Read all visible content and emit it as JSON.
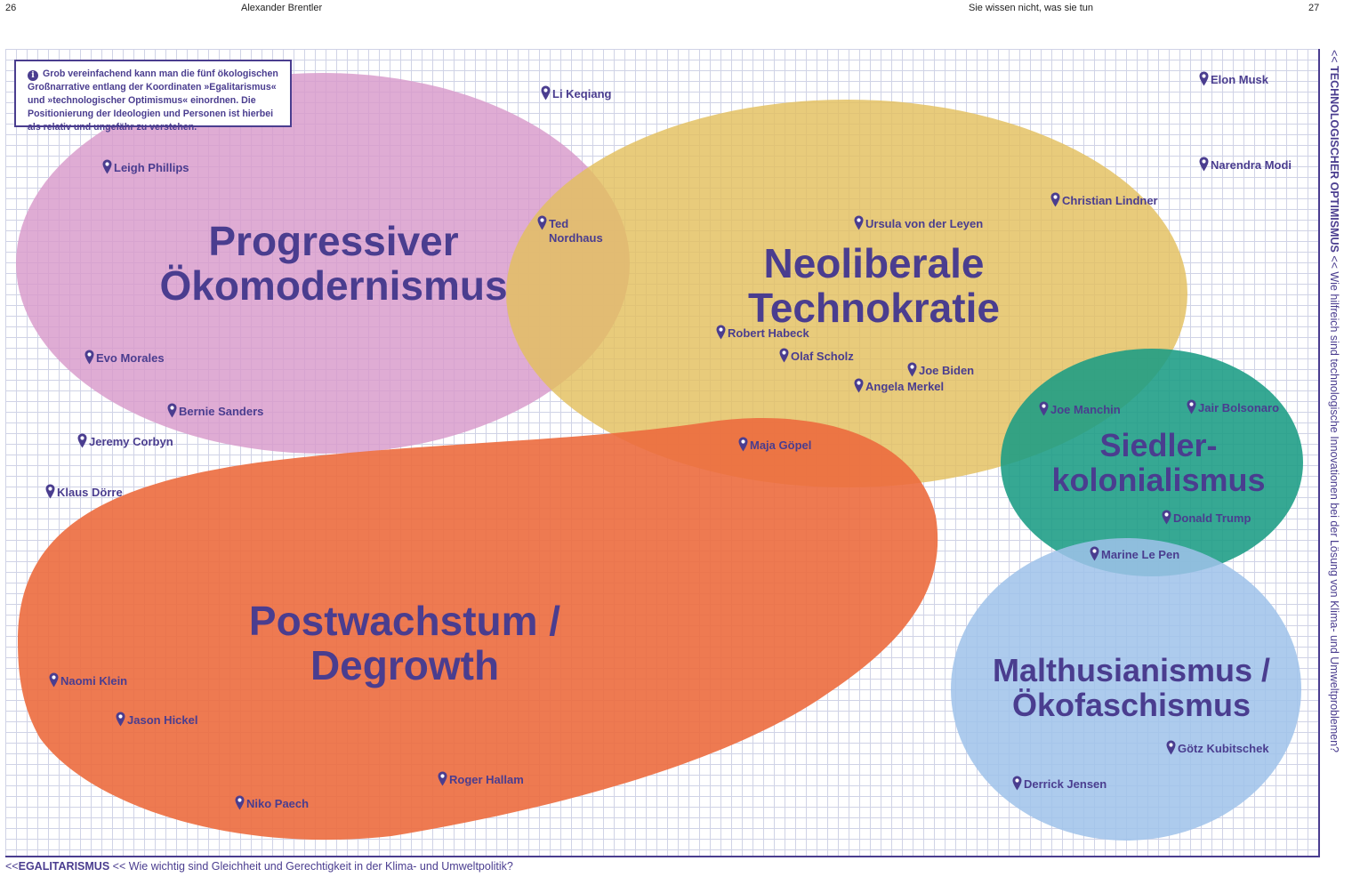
{
  "header": {
    "left_page_number": "26",
    "left_running_head": "Alexander Brentler",
    "right_running_head": "Sie wissen nicht, was sie tun",
    "right_page_number": "27"
  },
  "info_box": {
    "icon": "info-icon",
    "text": "Grob vereinfachend kann man die fünf ökologischen Großnarrative entlang der Koordinaten »Egalitarismus« und »technologischer Optimismus« einordnen. Die Positionierung der Ideologien und Personen ist hierbei als relativ und ungefähr zu verstehen."
  },
  "regions": {
    "progressive": {
      "label": "Progressiver\nÖkomodernismus",
      "color": "#d89acb"
    },
    "neoliberal": {
      "label": "Neoliberale\nTechnokratie",
      "color": "#e3bf5e"
    },
    "degrowth": {
      "label": "Postwachstum /\nDegrowth",
      "color": "#ec6b3e"
    },
    "settler": {
      "label": "Siedler-\nkolonialismus",
      "color": "#1a9c84"
    },
    "malthus": {
      "label": "Malthusianismus /\nÖkofaschismus",
      "color": "#9fc2ea"
    }
  },
  "people": {
    "li_keqiang": "Li Keqiang",
    "elon_musk": "Elon Musk",
    "leigh_phillips": "Leigh Phillips",
    "narendra_modi": "Narendra Modi",
    "christian_lindner": "Christian Lindner",
    "ted_nordhaus": "Ted\nNordhaus",
    "ursula_von_der_leyen": "Ursula von der Leyen",
    "robert_habeck": "Robert Habeck",
    "olaf_scholz": "Olaf Scholz",
    "joe_biden": "Joe Biden",
    "angela_merkel": "Angela Merkel",
    "evo_morales": "Evo Morales",
    "bernie_sanders": "Bernie Sanders",
    "jeremy_corbyn": "Jeremy Corbyn",
    "maja_goepel": "Maja Göpel",
    "joe_manchin": "Joe Manchin",
    "jair_bolsonaro": "Jair Bolsonaro",
    "klaus_doerre": "Klaus Dörre",
    "donald_trump": "Donald Trump",
    "marine_le_pen": "Marine Le Pen",
    "naomi_klein": "Naomi Klein",
    "jason_hickel": "Jason Hickel",
    "goetz_kubitschek": "Götz Kubitschek",
    "roger_hallam": "Roger Hallam",
    "derrick_jensen": "Derrick Jensen",
    "niko_paech": "Niko Paech"
  },
  "axes": {
    "x_arrow": "<<",
    "x_title": "EGALITARISMUS",
    "x_question": "<< Wie wichtig sind Gleichheit und Gerechtigkeit in der Klima- und Umweltpolitik?",
    "y_arrow": "<<",
    "y_title": "TECHNOLOGISCHER OPTIMISMUS",
    "y_question": "<< Wie hilfreich sind technologische Innovationen bei der Lösung von Klima- und Umweltproblemen?"
  },
  "marker_icon": "map-pin-icon",
  "accent_color": "#4a3d8f"
}
